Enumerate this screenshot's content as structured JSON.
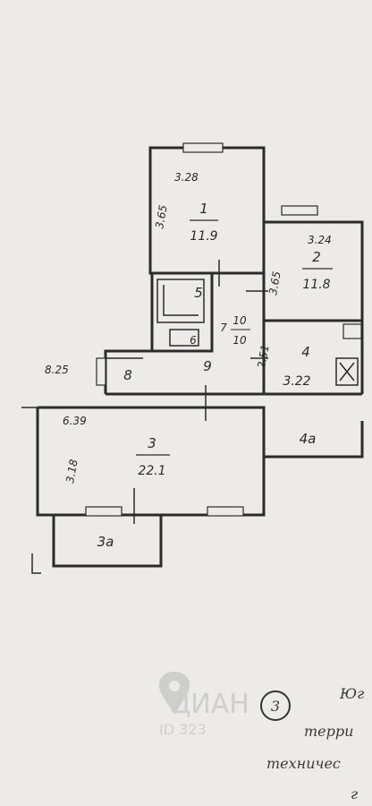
{
  "rooms": [
    {
      "id": "1",
      "area": "11.9",
      "dim_w": "3.28",
      "dim_h": "3.65"
    },
    {
      "id": "2",
      "area": "11.8",
      "dim_w": "3.24",
      "dim_h": "3.65"
    },
    {
      "id": "3",
      "area": "22.1",
      "dim_w": "6.39",
      "dim_h": "3.18"
    },
    {
      "id": "3а"
    },
    {
      "id": "4",
      "area": "3.22",
      "dim_h": "2.51"
    },
    {
      "id": "4а"
    },
    {
      "id": "5"
    },
    {
      "id": "6"
    },
    {
      "id": "7"
    },
    {
      "id": "8",
      "dim": "8.25"
    },
    {
      "id": "9"
    },
    {
      "id": "10",
      "area": "10"
    }
  ],
  "watermark": {
    "brand": "ЦИАН",
    "id": "ID 323"
  },
  "stamp": {
    "number": "3",
    "line1": "Юг",
    "line2": "терри",
    "line3": "техничес",
    "line4": "г"
  }
}
